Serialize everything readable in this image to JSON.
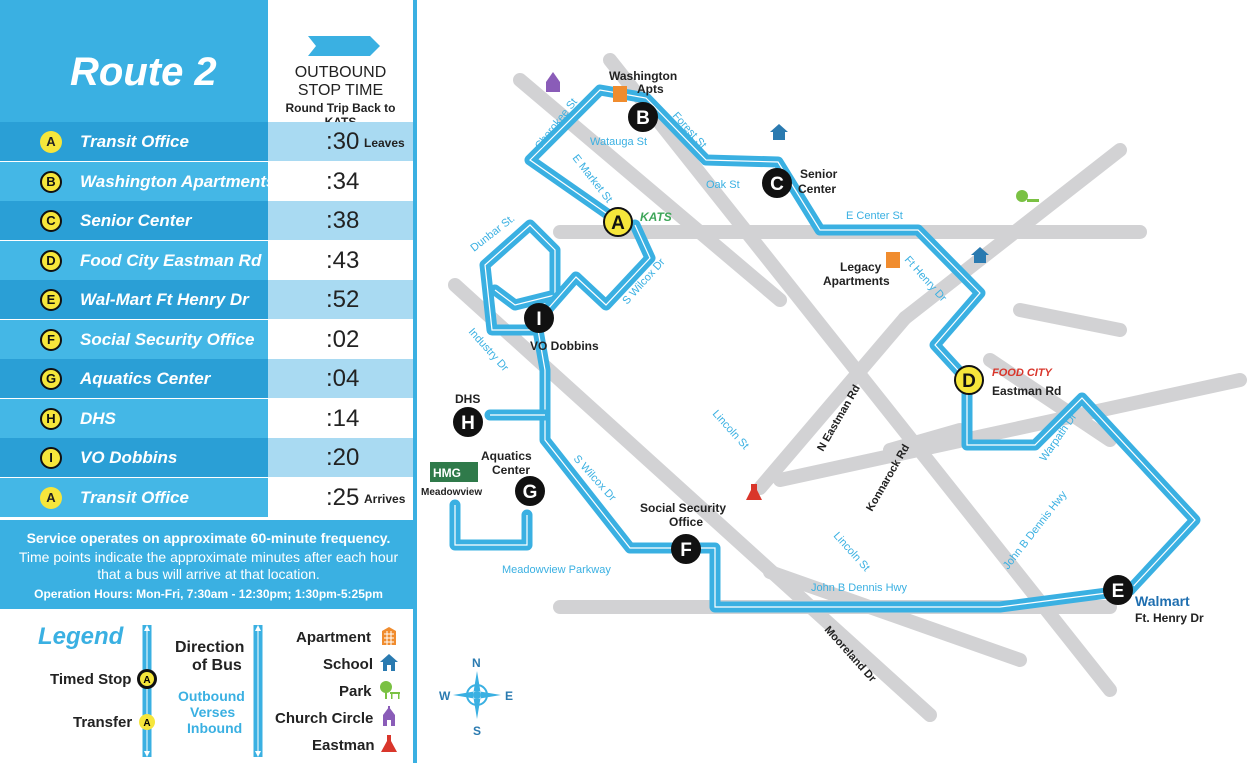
{
  "header": {
    "title": "Route 2",
    "outbound_line1": "OUTBOUND",
    "outbound_line2": "STOP TIME",
    "roundtrip": "Round Trip Back to KATS"
  },
  "stops": [
    {
      "letter": "A",
      "name": "Transit Office",
      "time": ":30",
      "note": "Leaves",
      "badge": "yellow"
    },
    {
      "letter": "B",
      "name": "Washington Apartments",
      "time": ":34",
      "note": "",
      "badge": "yellow"
    },
    {
      "letter": "C",
      "name": "Senior Center",
      "time": ":38",
      "note": "",
      "badge": "yellow"
    },
    {
      "letter": "D",
      "name": "Food City Eastman Rd",
      "time": ":43",
      "note": "",
      "badge": "yellow"
    },
    {
      "letter": "E",
      "name": "Wal-Mart Ft Henry Dr",
      "time": ":52",
      "note": "",
      "badge": "yellow"
    },
    {
      "letter": "F",
      "name": "Social Security Office",
      "time": ":02",
      "note": "",
      "badge": "yellow"
    },
    {
      "letter": "G",
      "name": "Aquatics Center",
      "time": ":04",
      "note": "",
      "badge": "yellow"
    },
    {
      "letter": "H",
      "name": "DHS",
      "time": ":14",
      "note": "",
      "badge": "yellow"
    },
    {
      "letter": "I",
      "name": "VO Dobbins",
      "time": ":20",
      "note": "",
      "badge": "yellow"
    },
    {
      "letter": "A",
      "name": "Transit Office",
      "time": ":25",
      "note": "Arrives",
      "badge": "yellow"
    }
  ],
  "service": {
    "line1": "Service operates on approximate 60-minute frequency.",
    "line2": "Time points indicate the approximate minutes after each hour",
    "line3": "that a bus will arrive at that location.",
    "line4": "Operation Hours: Mon-Fri, 7:30am - 12:30pm; 1:30pm-5:25pm"
  },
  "legend": {
    "title": "Legend",
    "timed_stop": "Timed Stop",
    "transfer": "Transfer",
    "stop_letter": "A",
    "direction1": "Direction",
    "direction2": "of Bus",
    "ob1": "Outbound",
    "ob2": "Verses",
    "ob3": "Inbound",
    "apartment": "Apartment",
    "school": "School",
    "park": "Park",
    "church": "Church Circle",
    "eastman": "Eastman"
  },
  "map": {
    "stop_labels": {
      "A": "",
      "B1": "Washington",
      "B2": "Apts",
      "C1": "Senior",
      "C2": "Center",
      "D": "Eastman Rd",
      "E1": "Walmart",
      "E2": "Ft. Henry Dr",
      "F1": "Social Security",
      "F2": "Office",
      "G1": "Aquatics",
      "G2": "Center",
      "H": "DHS",
      "I": "VO Dobbins",
      "legacy1": "Legacy",
      "legacy2": "Apartments",
      "hmg": "HMG",
      "meadowview": "Meadowview",
      "kats": "KATS",
      "foodcity": "FOOD CITY"
    },
    "streets": {
      "cherokee": "Cherokee St",
      "forest": "Forest St",
      "watauga": "Watauga St",
      "emarket": "E Market St",
      "oak": "Oak St",
      "ecenter": "E Center St",
      "fthenry": "Ft Henry Dr",
      "dunbar": "Dunbar St.",
      "swilcox1": "S Wilcox Dr",
      "swilcox2": "S Wilcox Dr",
      "industry": "Industry Dr",
      "lincoln1": "Lincoln St",
      "lincoln2": "Lincoln St",
      "neastman": "N Eastman Rd",
      "konnarock": "Konnarock Rd",
      "warpath": "Warpath Dr",
      "jbd1": "John B Dennis Hwy",
      "jbd2": "John B Dennis Hwy",
      "meadowviewpkwy": "Meadowview Parkway",
      "mooreland": "Mooreland Dr"
    },
    "compass": {
      "n": "N",
      "s": "S",
      "e": "E",
      "w": "W"
    },
    "colors": {
      "route": "#3ab0e2",
      "road": "#d2d2d4",
      "badge": "#f6e63b",
      "stop": "#111111"
    }
  }
}
